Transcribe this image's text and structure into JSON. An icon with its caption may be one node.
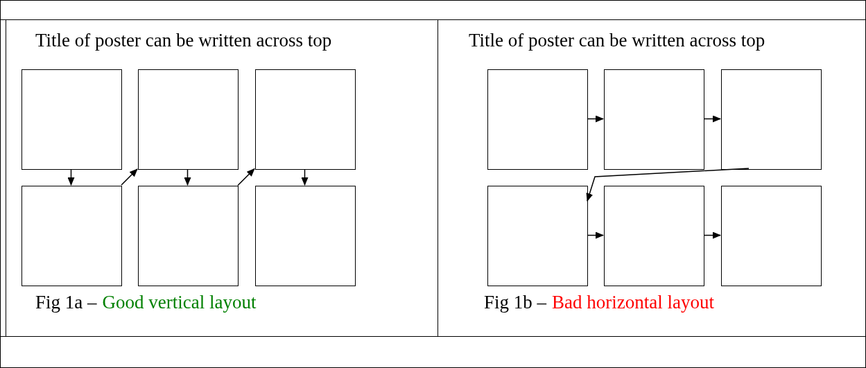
{
  "diagram": {
    "nodes": [
      {
        "text": [
          "Title of poster can be written across top",
          "Fig 1a –",
          "Good vertical layout"
        ]
      },
      {
        "text": [],
        "shape": "box",
        "in": 0
      },
      {
        "text": [],
        "shape": "box",
        "in": 0
      },
      {
        "text": [],
        "shape": "box",
        "in": 0
      },
      {
        "text": [],
        "shape": "box",
        "in": 0
      },
      {
        "text": [],
        "shape": "box",
        "in": 0
      },
      {
        "text": [],
        "shape": "box",
        "in": 0
      },
      {
        "text": [
          "Title of poster can be written across top",
          "Fig 1b –",
          "Bad horizontal layout"
        ]
      },
      {
        "text": [],
        "shape": "box",
        "in": 7
      },
      {
        "text": [],
        "shape": "box",
        "in": 7
      },
      {
        "text": [],
        "shape": "box",
        "in": 7
      },
      {
        "text": [],
        "shape": "box",
        "in": 7
      },
      {
        "text": [],
        "shape": "box",
        "in": 7
      },
      {
        "text": [],
        "shape": "box",
        "in": 7
      }
    ],
    "edges": [
      {
        "from": 1,
        "to": 4,
        "arrow": "to"
      },
      {
        "from": 4,
        "to": 2,
        "arrow": "to"
      },
      {
        "from": 2,
        "to": 5,
        "arrow": "to"
      },
      {
        "from": 5,
        "to": 3,
        "arrow": "to"
      },
      {
        "from": 3,
        "to": 6,
        "arrow": "to"
      },
      {
        "from": 8,
        "to": 9,
        "arrow": "to"
      },
      {
        "from": 9,
        "to": 10,
        "arrow": "to"
      },
      {
        "from": 10,
        "to": 11,
        "arrow": "to"
      },
      {
        "from": 11,
        "to": 12,
        "arrow": "to"
      },
      {
        "from": 12,
        "to": 13,
        "arrow": "to"
      }
    ]
  }
}
